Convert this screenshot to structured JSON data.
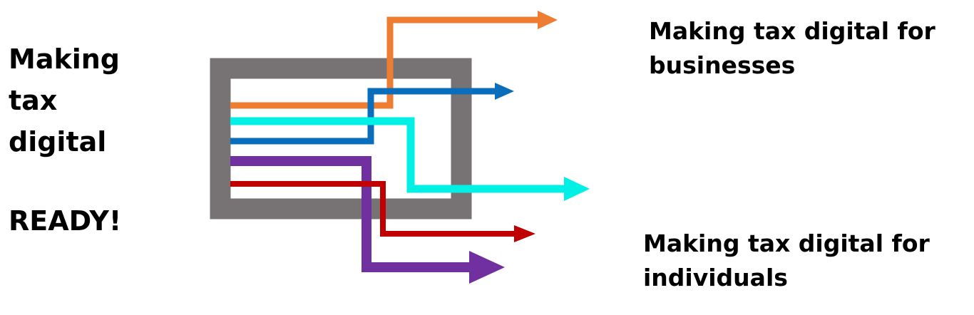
{
  "left_title": {
    "lines": [
      "Making",
      "tax",
      "digital"
    ],
    "emphasis": "READY!"
  },
  "outputs": {
    "businesses": {
      "lines": [
        "Making tax digital for",
        "businesses"
      ]
    },
    "individuals": {
      "lines": [
        "Making tax digital for",
        "individuals"
      ]
    }
  },
  "colors": {
    "box": "#777374",
    "orange": "#ED7D31",
    "blue": "#0A6EBD",
    "cyan": "#00F0E6",
    "purple": "#7030A0",
    "red": "#C00000",
    "text": "#000000"
  },
  "flows": [
    {
      "id": "orange",
      "color_key": "orange",
      "label": ""
    },
    {
      "id": "blue",
      "color_key": "blue",
      "label": ""
    },
    {
      "id": "cyan",
      "color_key": "cyan",
      "label": ""
    },
    {
      "id": "purple",
      "color_key": "purple",
      "label": ""
    },
    {
      "id": "red",
      "color_key": "red",
      "label": ""
    }
  ]
}
